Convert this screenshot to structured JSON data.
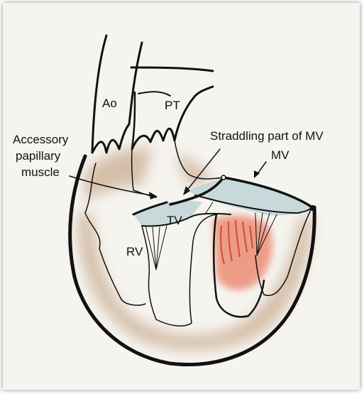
{
  "labels": {
    "ao": "Ao",
    "pt": "PT",
    "accessory_line1": "Accessory",
    "accessory_line2": "papillary",
    "accessory_line3": "muscle",
    "straddling": "Straddling part of MV",
    "mv": "MV",
    "tv": "TV",
    "rv": "RV"
  },
  "colors": {
    "outline": "#111111",
    "myocardium_shading": "#c9ad92",
    "valve_leaflet": "#bfd3d8",
    "lv_highlight": "#e8785a",
    "lv_streak": "#c8381e",
    "background": "#f6f4ef"
  }
}
